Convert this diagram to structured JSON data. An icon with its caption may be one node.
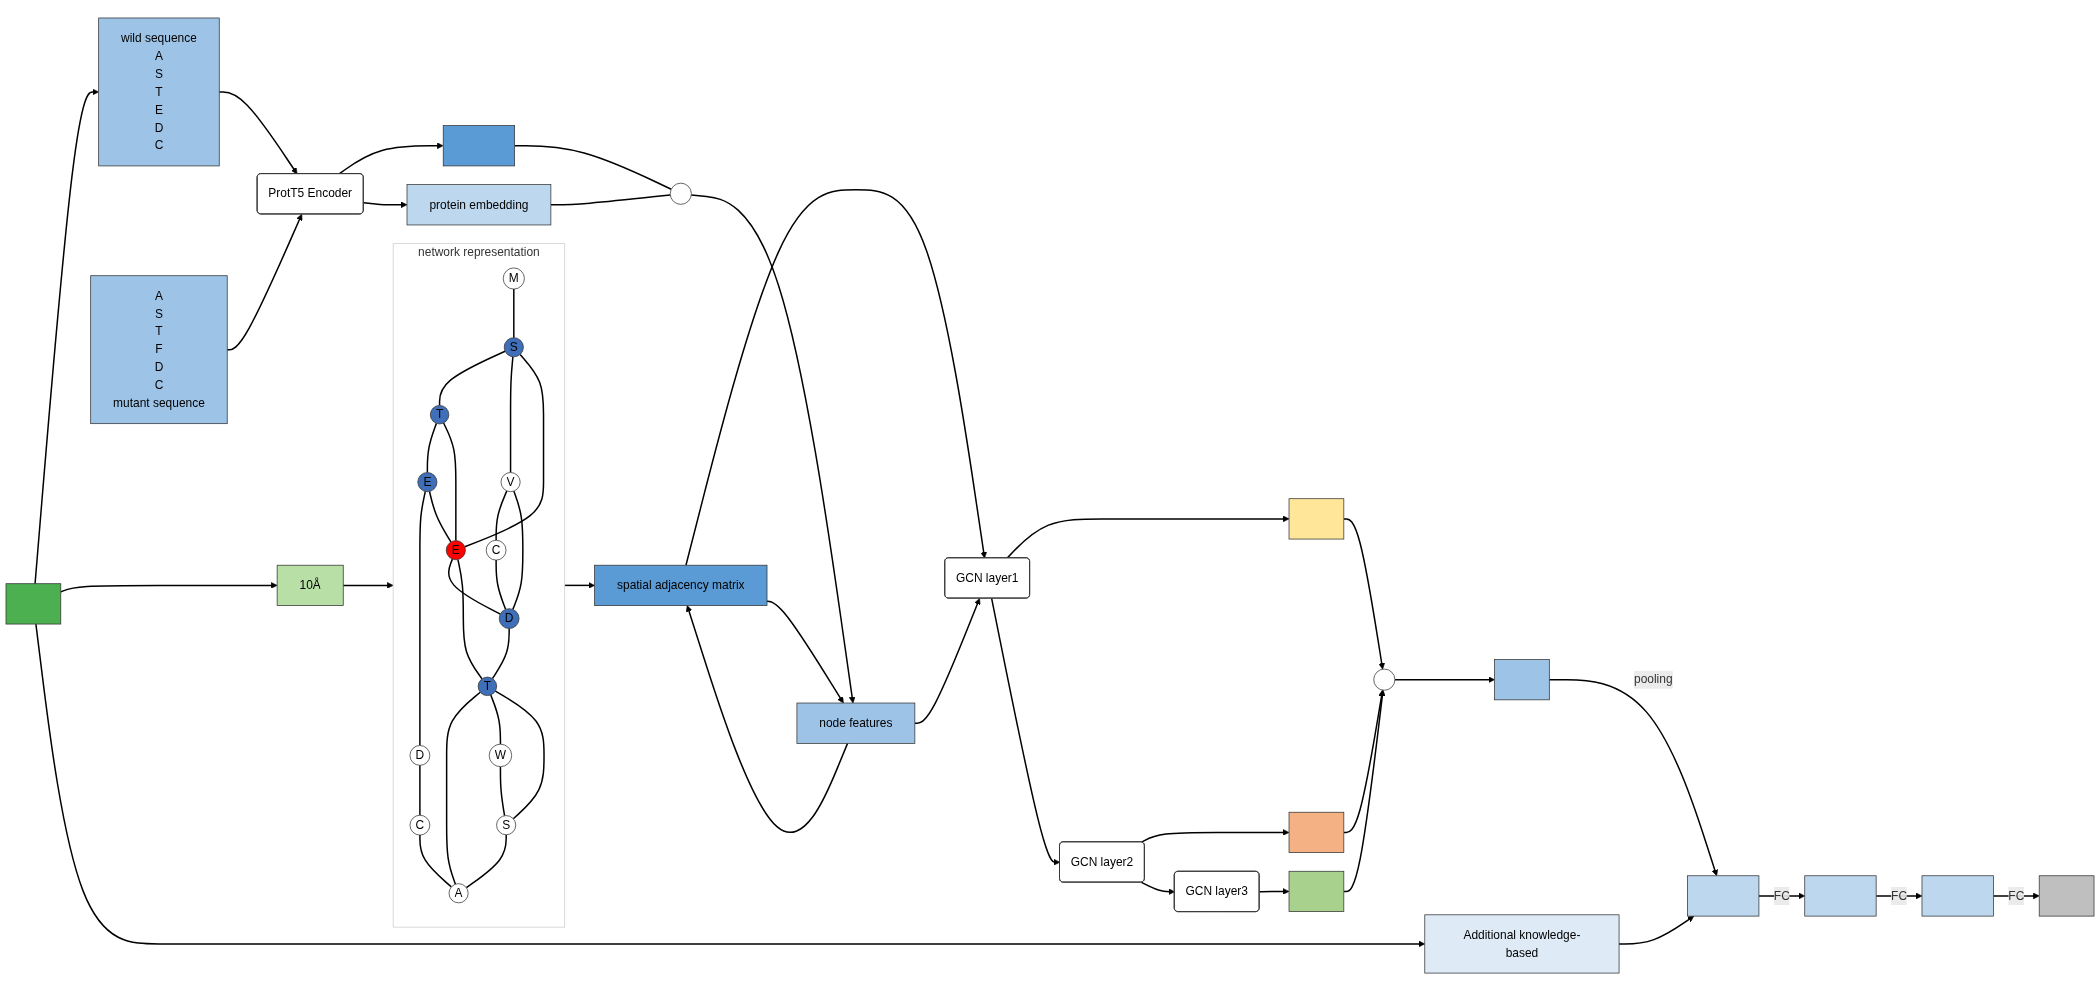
{
  "diagram": {
    "nodes": [
      {
        "text": [],
        "shape": "box"
      },
      {
        "text": [
          "10Å"
        ]
      },
      {
        "text": [
          "network representation"
        ]
      },
      {
        "text": [
          "M"
        ],
        "in": 2
      },
      {
        "text": [
          "S"
        ],
        "in": 2
      },
      {
        "text": [
          "T"
        ],
        "in": 2
      },
      {
        "text": [
          "E"
        ],
        "in": 2
      },
      {
        "text": [
          "D"
        ],
        "in": 2
      },
      {
        "text": [
          "C"
        ],
        "in": 2
      },
      {
        "text": [
          "V"
        ],
        "in": 2
      },
      {
        "text": [
          "E"
        ],
        "in": 2
      },
      {
        "text": [
          "T"
        ],
        "in": 2
      },
      {
        "text": [
          "A"
        ],
        "in": 2
      },
      {
        "text": [
          "D"
        ],
        "in": 2
      },
      {
        "text": [
          "C"
        ],
        "in": 2
      },
      {
        "text": [
          "W"
        ],
        "in": 2
      },
      {
        "text": [
          "S"
        ],
        "in": 2
      },
      {
        "text": [
          "spatial adjacency matrix"
        ]
      },
      {
        "text": [
          "wild sequence",
          "A",
          "S",
          "T",
          "E",
          "D",
          "C"
        ]
      },
      {
        "text": [
          "A",
          "S",
          "T",
          "F",
          "D",
          "C",
          "mutant sequence"
        ]
      },
      {
        "text": [
          "ProtT5 Encoder"
        ]
      },
      {
        "text": [],
        "shape": "bar"
      },
      {
        "text": [
          "protein embedding"
        ]
      },
      {
        "text": [],
        "shape": "circle"
      },
      {
        "text": [
          "node features"
        ]
      },
      {
        "text": [
          "GCN layer1"
        ]
      },
      {
        "text": [
          "GCN layer2"
        ]
      },
      {
        "text": [
          "GCN layer3"
        ]
      },
      {
        "text": [],
        "shape": "box"
      },
      {
        "text": [],
        "shape": "box"
      },
      {
        "text": [],
        "shape": "box"
      },
      {
        "text": [],
        "shape": "circle"
      },
      {
        "text": [],
        "shape": "box"
      },
      {
        "text": [],
        "shape": "bar"
      },
      {
        "text": [
          "Additional knowledge-based"
        ]
      },
      {
        "text": [],
        "shape": "bar"
      },
      {
        "text": [],
        "shape": "bar"
      },
      {
        "text": [],
        "shape": "box"
      }
    ],
    "edges": [
      {
        "from": 0,
        "to": 1,
        "arrow": "to"
      },
      {
        "from": 0,
        "to": 18,
        "arrow": "to"
      },
      {
        "from": 0,
        "to": 34,
        "arrow": "to"
      },
      {
        "from": 1,
        "to": 2,
        "arrow": "to"
      },
      {
        "from": 3,
        "to": 4,
        "arrow": "none"
      },
      {
        "from": 4,
        "to": 5,
        "arrow": "none"
      },
      {
        "from": 5,
        "to": 6,
        "arrow": "none"
      },
      {
        "from": 6,
        "to": 7,
        "arrow": "none"
      },
      {
        "from": 7,
        "to": 8,
        "arrow": "none"
      },
      {
        "from": 8,
        "to": 12,
        "arrow": "none"
      },
      {
        "from": 4,
        "to": 9,
        "arrow": "none"
      },
      {
        "from": 4,
        "to": 10,
        "arrow": "none"
      },
      {
        "from": 5,
        "to": 10,
        "arrow": "none"
      },
      {
        "from": 6,
        "to": 10,
        "arrow": "none"
      },
      {
        "from": 9,
        "to": 14,
        "arrow": "none"
      },
      {
        "from": 9,
        "to": 13,
        "arrow": "none"
      },
      {
        "from": 14,
        "to": 13,
        "arrow": "none"
      },
      {
        "from": 10,
        "to": 13,
        "arrow": "none"
      },
      {
        "from": 10,
        "to": 11,
        "arrow": "none"
      },
      {
        "from": 13,
        "to": 11,
        "arrow": "none"
      },
      {
        "from": 11,
        "to": 12,
        "arrow": "none"
      },
      {
        "from": 11,
        "to": 15,
        "arrow": "none"
      },
      {
        "from": 11,
        "to": 16,
        "arrow": "none"
      },
      {
        "from": 15,
        "to": 16,
        "arrow": "none"
      },
      {
        "from": 16,
        "to": 12,
        "arrow": "none"
      },
      {
        "from": 2,
        "to": 17,
        "arrow": "to"
      },
      {
        "from": 18,
        "to": 20,
        "arrow": "to"
      },
      {
        "from": 19,
        "to": 20,
        "arrow": "to"
      },
      {
        "from": 20,
        "to": 21,
        "arrow": "to"
      },
      {
        "from": 20,
        "to": 22,
        "arrow": "to"
      },
      {
        "from": 21,
        "to": 23,
        "arrow": "none"
      },
      {
        "from": 22,
        "to": 23,
        "arrow": "none"
      },
      {
        "from": 23,
        "to": 24,
        "arrow": "to"
      },
      {
        "from": 17,
        "to": 24,
        "arrow": "to"
      },
      {
        "from": 24,
        "to": 17,
        "arrow": "to"
      },
      {
        "from": 17,
        "to": 25,
        "arrow": "to"
      },
      {
        "from": 24,
        "to": 25,
        "arrow": "to"
      },
      {
        "from": 25,
        "to": 26,
        "arrow": "to"
      },
      {
        "from": 26,
        "to": 27,
        "arrow": "to"
      },
      {
        "from": 25,
        "to": 28,
        "arrow": "to"
      },
      {
        "from": 26,
        "to": 29,
        "arrow": "to"
      },
      {
        "from": 27,
        "to": 30,
        "arrow": "to"
      },
      {
        "from": 28,
        "to": 31,
        "arrow": "to"
      },
      {
        "from": 29,
        "to": 31,
        "arrow": "to"
      },
      {
        "from": 30,
        "to": 31,
        "arrow": "to"
      },
      {
        "from": 31,
        "to": 32,
        "arrow": "to"
      },
      {
        "from": 32,
        "to": 33,
        "label": "pooling",
        "arrow": "to"
      },
      {
        "from": 34,
        "to": 33,
        "arrow": "to"
      },
      {
        "from": 33,
        "to": 35,
        "label": "FC",
        "arrow": "to"
      },
      {
        "from": 35,
        "to": 36,
        "label": "FC",
        "arrow": "to"
      },
      {
        "from": 36,
        "to": 37,
        "label": "FC",
        "arrow": "to"
      }
    ]
  }
}
